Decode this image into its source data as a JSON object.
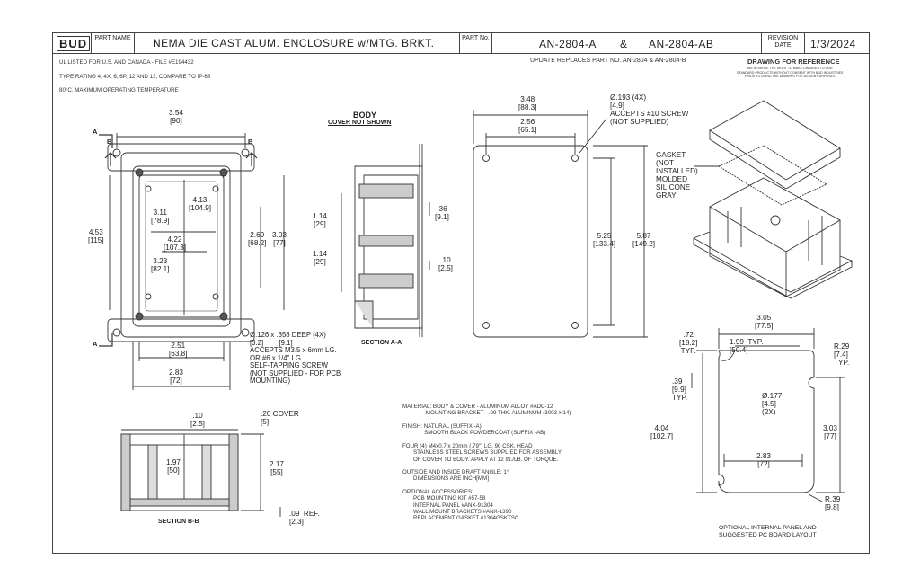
{
  "title_block": {
    "logo": "BUD",
    "part_name_label": "PART NAME",
    "part_name": "NEMA DIE CAST ALUM. ENCLOSURE w/MTG. BRKT.",
    "part_no_label": "PART No.",
    "part_no_a": "AN-2804-A",
    "amp": "&",
    "part_no_b": "AN-2804-AB",
    "revision_label": "REVISION DATE",
    "revision_date": "1/3/2024"
  },
  "header_notes": {
    "ul": "UL LISTED FOR U.S. AND CANADA - FILE #E194432",
    "type_rating": "TYPE RATING 4, 4X, 6, 6P, 12 AND 13, COMPARE TO IP-68",
    "temp": "80°C. MAXIMUM OPERATING TEMPERATURE",
    "update": "UPDATE REPLACES PART NO. AN-2804 & AN-2804-B",
    "reference": "DRAWING FOR REFERENCE",
    "reference_sub": "WE RESERVE THE RIGHT TO MAKE CHANGES TO OUR\nSTANDARD PRODUCTS WITHOUT CONSENT WITH BUD INDUSTRIES\nPRIOR TO USING THE DRAWING FOR DESIGN PURPOSES"
  },
  "top_view": {
    "w_overall": "3.54\n[90]",
    "h_overall": "4.53\n[115]",
    "w_inside": "3.11\n[78.9]",
    "h_inside_413": "4.13\n[104.9]",
    "d_422": "4.22\n[107.3]",
    "w_323": "3.23\n[82.1]",
    "h_269": "2.69\n[68.2]",
    "h_303": "3.03\n[77]",
    "w_251": "2.51\n[63.8]",
    "w_283": "2.83\n[72]",
    "hole_note": "Ø.126 x .358 DEEP (4X)\n[3.2]        [9.1]\nACCEPTS M3.5 x 6mm LG.\nOR #6 x 1/4\" LG.\nSELF-TAPPING SCREW\n(NOT SUPPLIED - FOR PCB\nMOUNTING)",
    "a": "A",
    "b": "B"
  },
  "body_view": {
    "title": "BODY",
    "subtitle": "COVER NOT SHOWN",
    "d_114a": "1.14\n[29]",
    "d_114b": "1.14\n[29]",
    "d_36": ".36\n[9.1]",
    "d_10": ".10\n[2.5]",
    "section": "SECTION A-A"
  },
  "cover_view": {
    "w_348": "3.48\n[88.3]",
    "w_256": "2.56\n[65.1]",
    "hole": "Ø.193 (4X)\n[4.9]\nACCEPTS #10 SCREW\n(NOT SUPPLIED)",
    "h_525": "5.25\n[133.4]",
    "h_587": "5.87\n[149.2]"
  },
  "iso_view": {
    "gasket": "GASKET\n(NOT\nINSTALLED)\nMOLDED\nSILICONE\nGRAY"
  },
  "section_bb": {
    "d_10": ".10\n[2.5]",
    "d_20": ".20 COVER\n[5]",
    "d_197": "1.97\n[50]",
    "d_217": "2.17\n[55]",
    "d_09": ".09  REF.\n[2.3]",
    "title": "SECTION B-B"
  },
  "notes": {
    "material": "MATERIAL: BODY & COVER - ALUMINUM ALLOY #ADC-12\n               MOUNTING BRACKET - .09 THK. ALUMINUM (3003-H14)",
    "finish": "FINISH: NATURAL (SUFFIX -A)\n              SMOOTH BLACK POWDERCOAT (SUFFIX -AB)",
    "four": "FOUR (4) M4x0.7 x 20mm (.79\") LG. 90 CSK. HEAD\n       STAINLESS STEEL SCREWS SUPPLIED FOR ASSEMBLY\n       OF COVER TO BODY. APPLY AT 12 IN./LB. OF TORQUE.",
    "draft": "OUTSIDE AND INSIDE DRAFT ANGLE: 1°\n       DIMENSIONS ARE INCH[MM]",
    "accessories": "OPTIONAL ACCESSORIES:\n       PCB MOUNTING KIT #57-58\n       INTERNAL PANEL #ANX-91304\n       WALL MOUNT BRACKETS #ANX-1390\n       REPLACEMENT GASKET #1304GSKTSC"
  },
  "panel_view": {
    "w_305": "3.05\n[77.5]",
    "d_72": ".72\n[18.2]\nTYP.",
    "d_199": "1.99  TYP.\n[50.4]",
    "r_29": "R.29\n[7.4]\nTYP.",
    "d_39": ".39\n[9.9]\nTYP.",
    "hole": "Ø.177\n[4.5]\n(2X)",
    "h_404": "4.04\n[102.7]",
    "h_303": "3.03\n[77]",
    "w_283": "2.83\n[72]",
    "r_39": "R.39\n[9.8]",
    "caption": "OPTIONAL INTERNAL PANEL AND\nSUGGESTED PC BOARD LAYOUT"
  }
}
